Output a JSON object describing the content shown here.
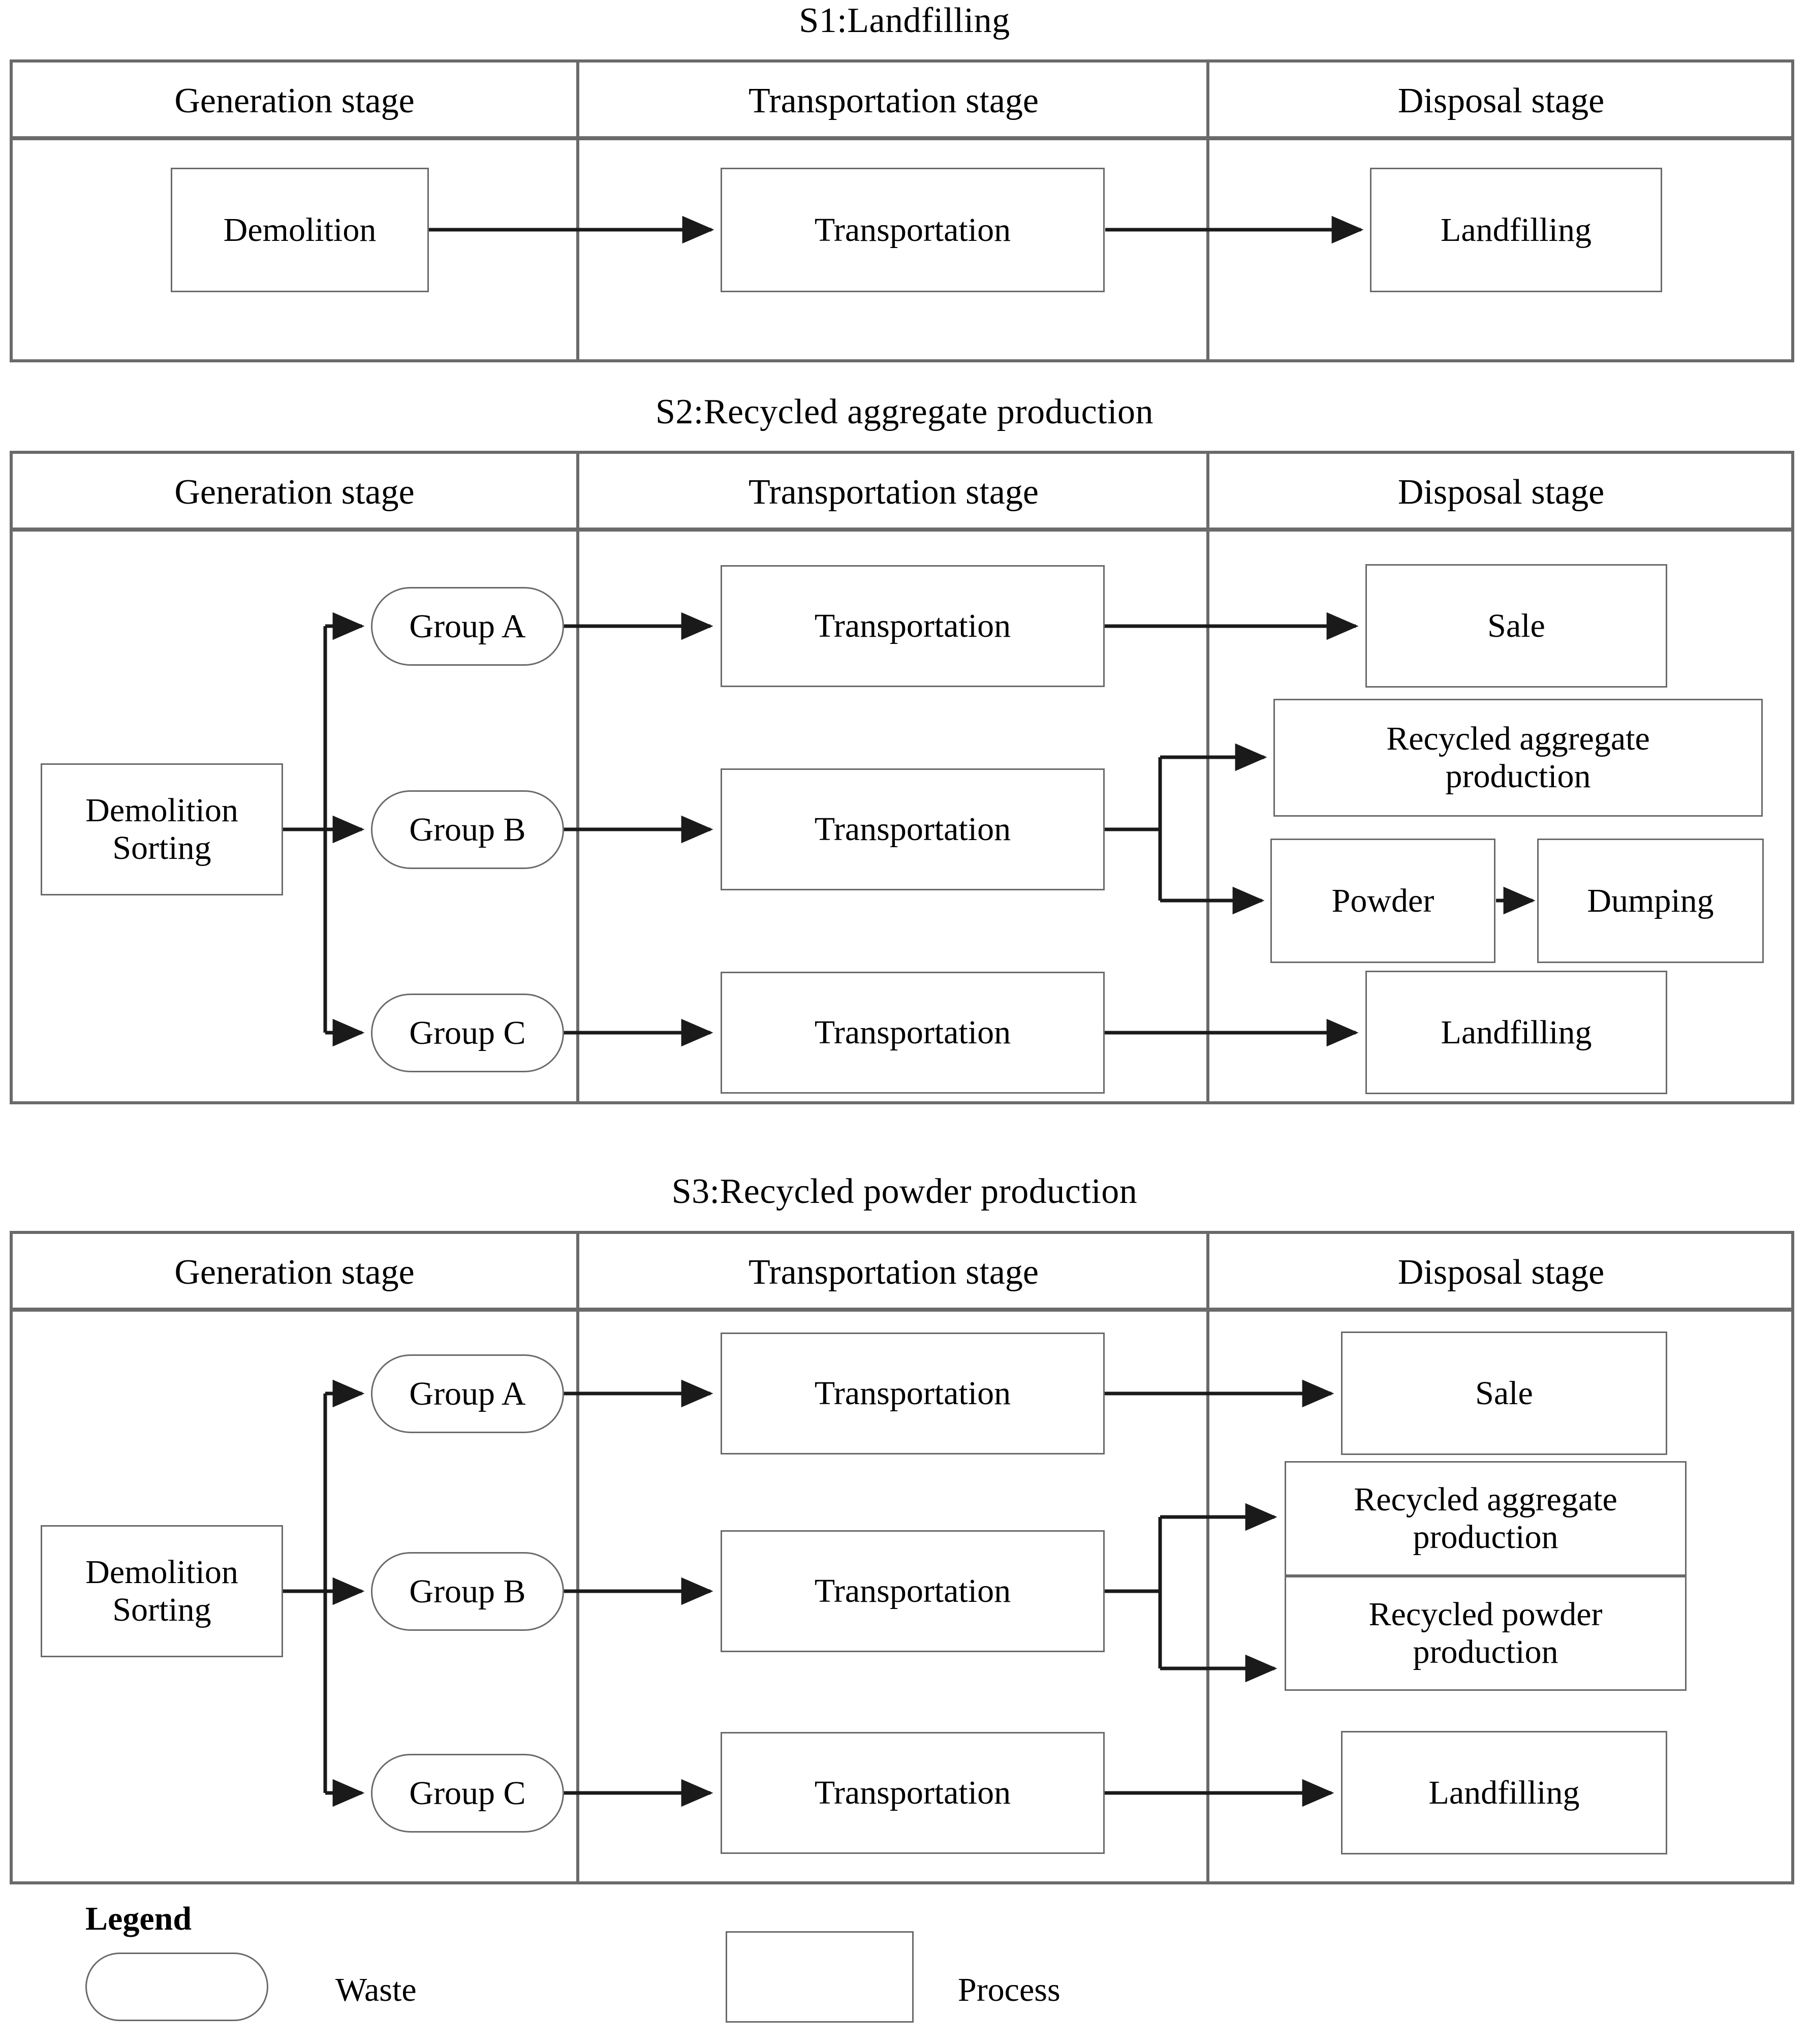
{
  "figure": {
    "kind": "process-flow-diagram",
    "description": "Three C&D waste management scenarios (S1, S2, S3) across three life-cycle stages"
  },
  "stage_headers": [
    "Generation stage",
    "Transportation stage",
    "Disposal stage"
  ],
  "scenarios": [
    {
      "id": "s1",
      "title": "S1:Landfilling",
      "generation": [
        {
          "label": "Demolition",
          "shape": "process"
        }
      ],
      "transportation": [
        {
          "label": "Transportation",
          "shape": "process"
        }
      ],
      "disposal": [
        {
          "label": "Landfilling",
          "shape": "process"
        }
      ]
    },
    {
      "id": "s2",
      "title": "S2:Recycled aggregate production",
      "generation": [
        {
          "label": "Demolition\nSorting",
          "shape": "process"
        },
        {
          "label": "Group A",
          "shape": "waste"
        },
        {
          "label": "Group B",
          "shape": "waste"
        },
        {
          "label": "Group C",
          "shape": "waste"
        }
      ],
      "transportation": [
        {
          "label": "Transportation",
          "shape": "process"
        },
        {
          "label": "Transportation",
          "shape": "process"
        },
        {
          "label": "Transportation",
          "shape": "process"
        }
      ],
      "disposal": [
        {
          "label": "Sale",
          "shape": "process"
        },
        {
          "label": "Recycled aggregate production",
          "shape": "process"
        },
        {
          "label": "Powder",
          "shape": "process"
        },
        {
          "label": "Dumping",
          "shape": "process"
        },
        {
          "label": "Landfilling",
          "shape": "process"
        }
      ]
    },
    {
      "id": "s3",
      "title": "S3:Recycled powder production",
      "generation": [
        {
          "label": "Demolition\nSorting",
          "shape": "process"
        },
        {
          "label": "Group A",
          "shape": "waste"
        },
        {
          "label": "Group B",
          "shape": "waste"
        },
        {
          "label": "Group C",
          "shape": "waste"
        }
      ],
      "transportation": [
        {
          "label": "Transportation",
          "shape": "process"
        },
        {
          "label": "Transportation",
          "shape": "process"
        },
        {
          "label": "Transportation",
          "shape": "process"
        }
      ],
      "disposal": [
        {
          "label": "Sale",
          "shape": "process"
        },
        {
          "label": "Recycled aggregate production",
          "shape": "process"
        },
        {
          "label": "Recycled powder production",
          "shape": "process"
        },
        {
          "label": "Landfilling",
          "shape": "process"
        }
      ]
    }
  ],
  "labels": {
    "s1_demolition": "Demolition",
    "s1_transportation": "Transportation",
    "s1_landfilling": "Landfilling",
    "s2_demolition_sorting_l1": "Demolition",
    "s2_demolition_sorting_l2": "Sorting",
    "s2_group_a": "Group A",
    "s2_group_b": "Group B",
    "s2_group_c": "Group C",
    "s2_transport_a": "Transportation",
    "s2_transport_b": "Transportation",
    "s2_transport_c": "Transportation",
    "s2_sale": "Sale",
    "s2_rap_l1": "Recycled aggregate",
    "s2_rap_l2": "production",
    "s2_powder": "Powder",
    "s2_dumping": "Dumping",
    "s2_landfilling": "Landfilling",
    "s3_demolition_sorting_l1": "Demolition",
    "s3_demolition_sorting_l2": "Sorting",
    "s3_group_a": "Group A",
    "s3_group_b": "Group B",
    "s3_group_c": "Group C",
    "s3_transport_a": "Transportation",
    "s3_transport_b": "Transportation",
    "s3_transport_c": "Transportation",
    "s3_sale": "Sale",
    "s3_rap_l1": "Recycled aggregate",
    "s3_rap_l2": "production",
    "s3_rpp_l1": "Recycled powder",
    "s3_rpp_l2": "production",
    "s3_landfilling": "Landfilling",
    "hdr_gen_1": "Generation stage",
    "hdr_tra_1": "Transportation stage",
    "hdr_dis_1": "Disposal stage",
    "hdr_gen_2": "Generation stage",
    "hdr_tra_2": "Transportation stage",
    "hdr_dis_2": "Disposal stage",
    "hdr_gen_3": "Generation stage",
    "hdr_tra_3": "Transportation stage",
    "hdr_dis_3": "Disposal stage",
    "title_s1": "S1:Landfilling",
    "title_s2": "S2:Recycled aggregate production",
    "title_s3": "S3:Recycled powder production"
  },
  "legend": {
    "title": "Legend",
    "items": [
      {
        "shape": "waste",
        "label": "Waste"
      },
      {
        "shape": "process",
        "label": "Process"
      }
    ],
    "waste_label": "Waste",
    "process_label": "Process"
  },
  "colors": {
    "stroke": "#6a6a6a",
    "arrow": "#1a1a1a",
    "text": "#000000",
    "background": "#ffffff"
  }
}
